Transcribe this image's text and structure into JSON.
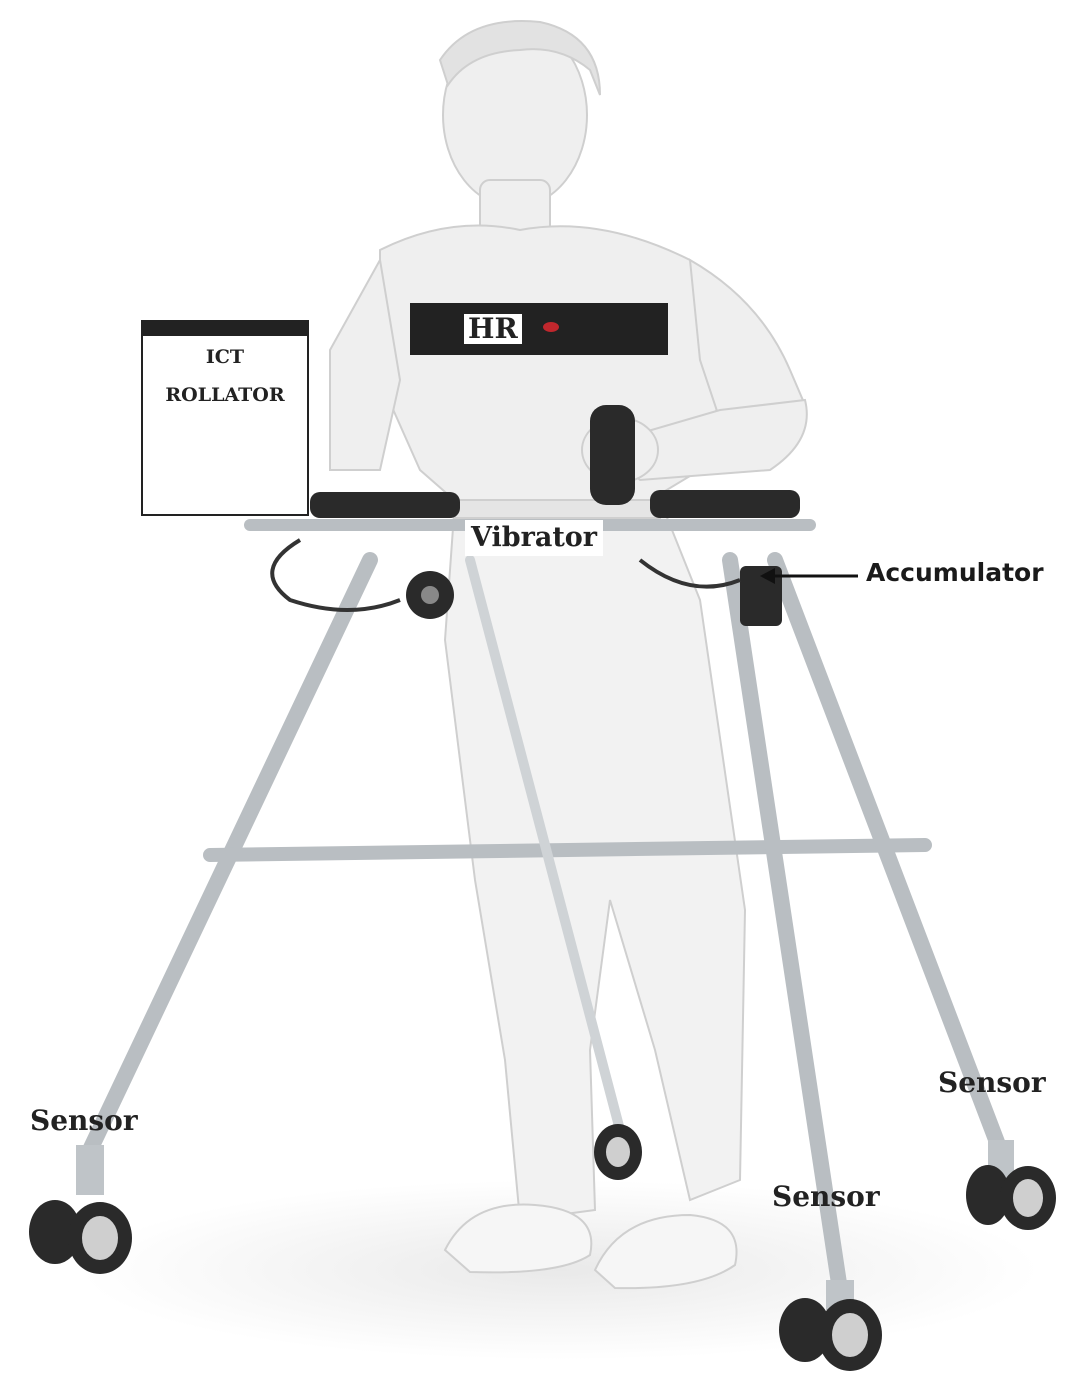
{
  "labels": {
    "ict_line1": "ICT",
    "ict_line2": "ROLLATOR",
    "hr": "HR",
    "vibrator": "Vibrator",
    "accumulator": "Accumulator",
    "sensor_left": "Sensor",
    "sensor_middle": "Sensor",
    "sensor_right": "Sensor"
  },
  "colors": {
    "frame": "#b9bec2",
    "figure": "#ededed",
    "outline": "#222222"
  }
}
